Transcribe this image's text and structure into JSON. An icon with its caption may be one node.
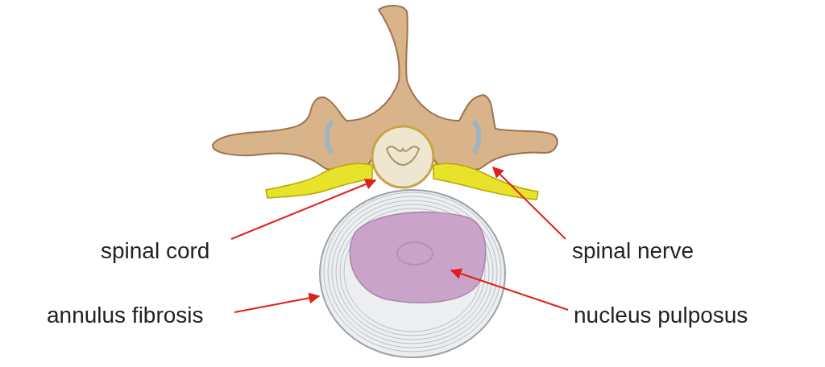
{
  "diagram": {
    "nodes": [
      {
        "text": [
          "spinal cord"
        ]
      },
      {
        "text": [],
        "shape": "picture"
      },
      {
        "text": [
          "spinal nerve"
        ]
      },
      {
        "text": [],
        "shape": "picture"
      },
      {
        "text": [
          "annulus fibrosis"
        ]
      },
      {
        "text": [],
        "shape": "picture"
      },
      {
        "text": [
          "nucleus pulposus"
        ]
      },
      {
        "text": [],
        "shape": "picture",
        "in": 5
      }
    ],
    "edges": [
      {
        "from": 0,
        "to": 1,
        "arrow": "to"
      },
      {
        "from": 2,
        "to": 3,
        "arrow": "to"
      },
      {
        "from": 4,
        "to": 5,
        "arrow": "to"
      },
      {
        "from": 6,
        "to": 7,
        "arrow": "to"
      }
    ]
  }
}
